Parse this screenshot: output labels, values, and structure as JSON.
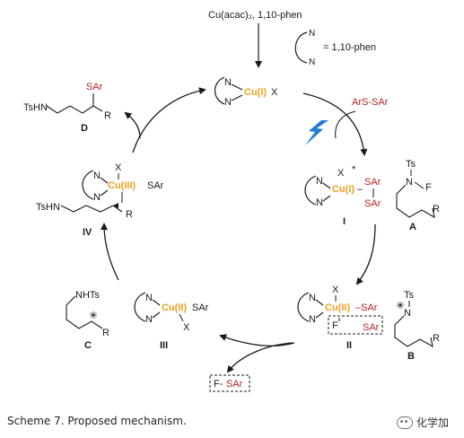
{
  "colors": {
    "cu": "#f0a020",
    "sar": "#b22222",
    "ink": "#1a1a1a",
    "bolt": "#1f7fd4"
  },
  "precursor": {
    "reagents": "Cu(acac)₂, 1,10-phen",
    "legend_eq": "= 1,10-phen"
  },
  "top_complex": {
    "n1": "N",
    "n2": "N",
    "cu": "Cu(I)",
    "x": "X"
  },
  "reagent": {
    "disulfide": "ArS-SAr"
  },
  "complex_I": {
    "n1": "N",
    "n2": "N",
    "x": "X",
    "star": "*",
    "cu": "Cu(I)",
    "dash": "–",
    "sar1": "SAr",
    "sar2": "SAr",
    "label": "I"
  },
  "complex_II": {
    "n1": "N",
    "n2": "N",
    "x": "X",
    "cu": "Cu(II)",
    "dash": "–SAr",
    "f": "F",
    "sar": "SAr",
    "label": "II"
  },
  "complex_III": {
    "n1": "N",
    "n2": "N",
    "cu": "Cu(II)",
    "sar": "SAr",
    "x": "X",
    "label": "III"
  },
  "complex_IV": {
    "n1": "N",
    "n2": "N",
    "x": "X",
    "cu": "Cu(III)",
    "sar": "SAr",
    "tshn": "TsHN",
    "r": "R",
    "label": "IV"
  },
  "species_A": {
    "ts": "Ts",
    "n": "N",
    "f": "F",
    "r": "R",
    "label": "A"
  },
  "species_B": {
    "ts": "Ts",
    "n": "N",
    "r": "R",
    "label": "B"
  },
  "species_C": {
    "nhts": "NHTs",
    "r": "R",
    "label": "C"
  },
  "product_D": {
    "sar": "SAr",
    "tshn": "TsHN",
    "r": "R",
    "label": "D"
  },
  "byproduct": {
    "f": "F-",
    "sar": "SAr"
  },
  "caption": "Scheme 7. Proposed mechanism.",
  "watermark": "化学加"
}
